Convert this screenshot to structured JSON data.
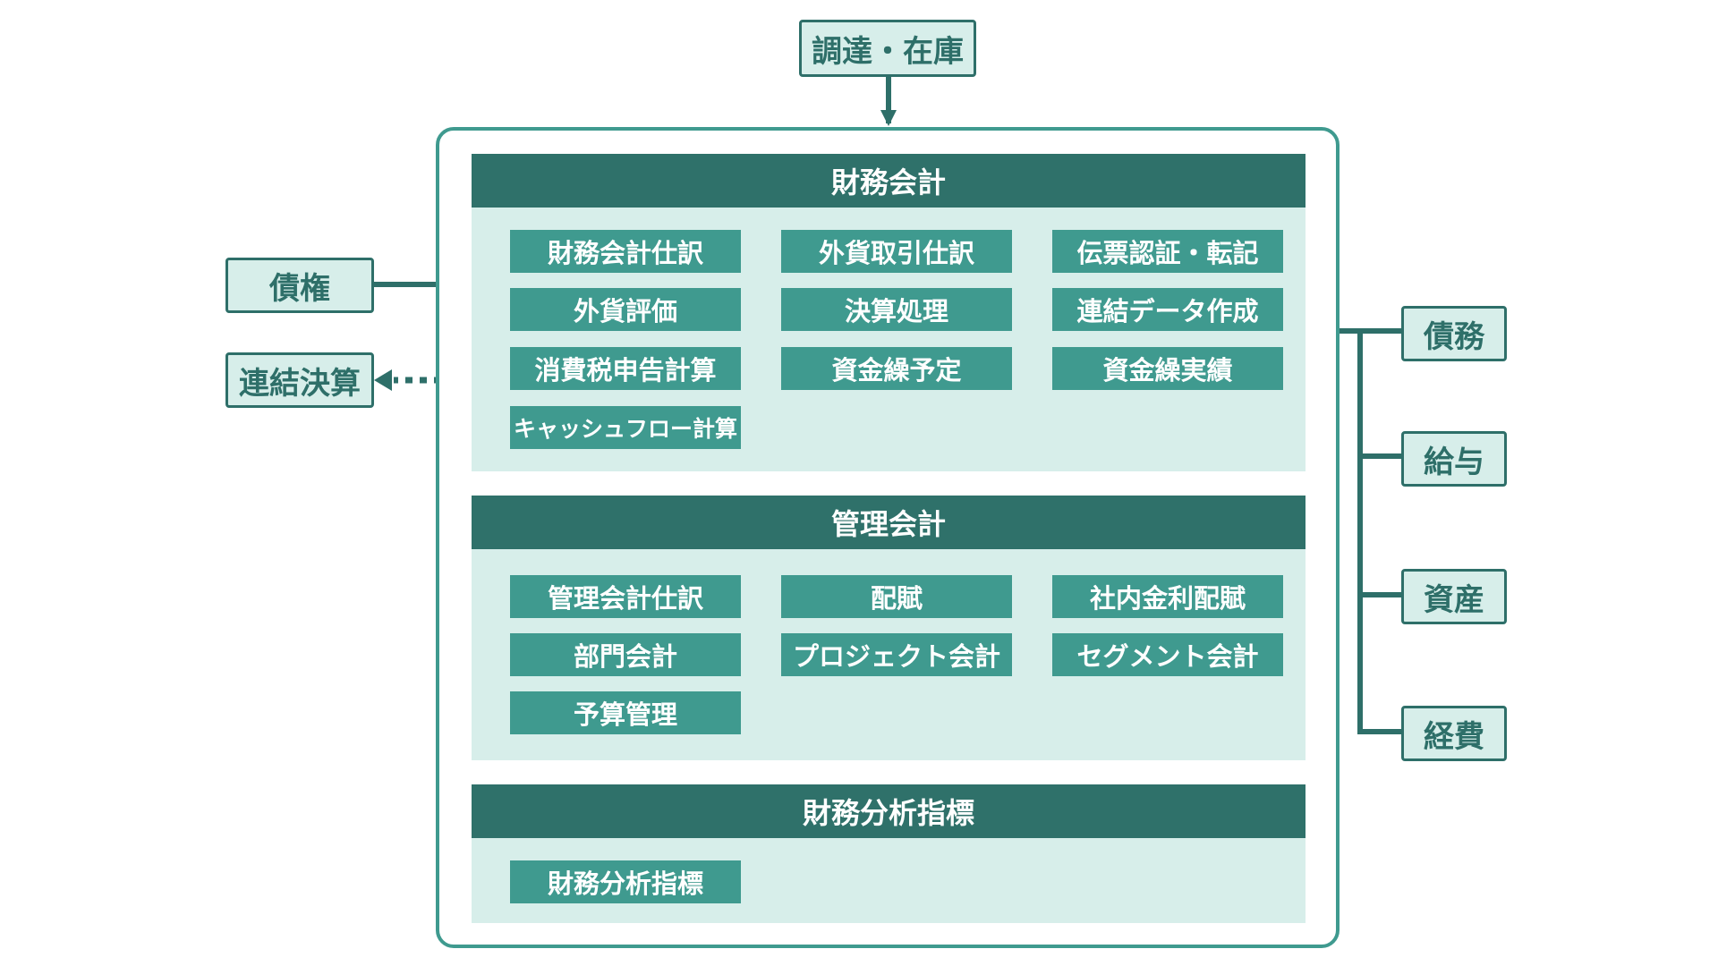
{
  "inputs": {
    "procurement": "調達・在庫",
    "receivables": "債権",
    "consolidation": "連結決算",
    "payables": "債務",
    "payroll": "給与",
    "assets": "資産",
    "expenses": "経費"
  },
  "sections": {
    "financial": {
      "title": "財務会計",
      "items": [
        "財務会計仕訳",
        "外貨取引仕訳",
        "伝票認証・転記",
        "外貨評価",
        "決算処理",
        "連結データ作成",
        "消費税申告計算",
        "資金繰予定",
        "資金繰実績",
        "キャッシュフロー計算"
      ]
    },
    "management": {
      "title": "管理会計",
      "items": [
        "管理会計仕訳",
        "配賦",
        "社内金利配賦",
        "部門会計",
        "プロジェクト会計",
        "セグメント会計",
        "予算管理"
      ]
    },
    "analysis": {
      "title": "財務分析指標",
      "items": [
        "財務分析指標"
      ]
    }
  },
  "colors": {
    "header": "#2f716a",
    "item": "#3f9a8f",
    "panel": "#d7eeea",
    "border": "#2e6f69",
    "frame": "#3f9a8f"
  }
}
